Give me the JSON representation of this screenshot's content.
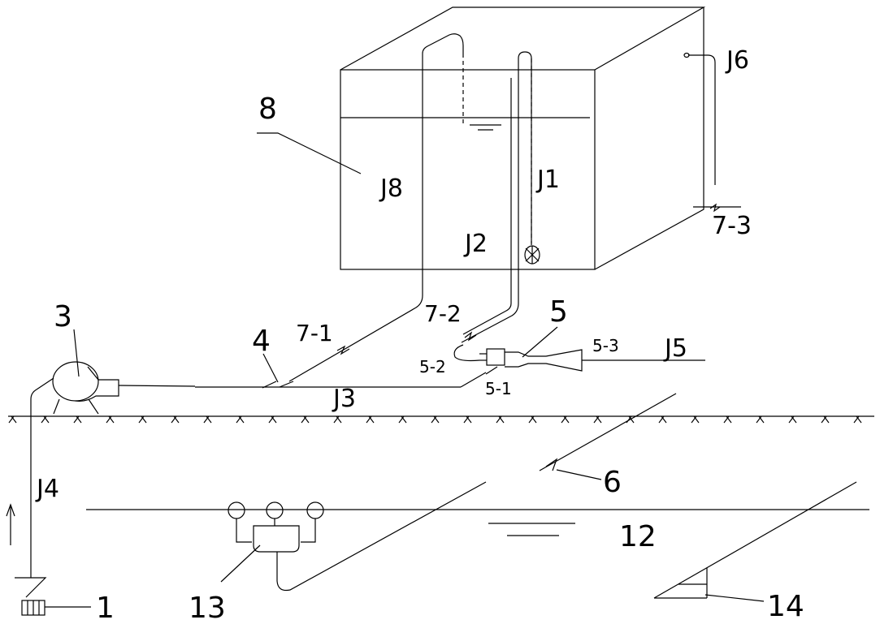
{
  "labels": {
    "tank_number": "8",
    "pump_number": "3",
    "pipe_number": "4",
    "ejector_number": "5",
    "slope_number": "6",
    "water_level_number": "12",
    "device_number": "13",
    "bottom_number": "14",
    "strainer_number": "1",
    "valve_1": "7-1",
    "valve_2": "7-2",
    "valve_3": "7-3",
    "ejector_part_1": "5-1",
    "ejector_part_2": "5-2",
    "ejector_part_3": "5-3",
    "j1": "J1",
    "j2": "J2",
    "j3": "J3",
    "j4": "J4",
    "j5": "J5",
    "j6": "J6",
    "j8": "J8"
  }
}
